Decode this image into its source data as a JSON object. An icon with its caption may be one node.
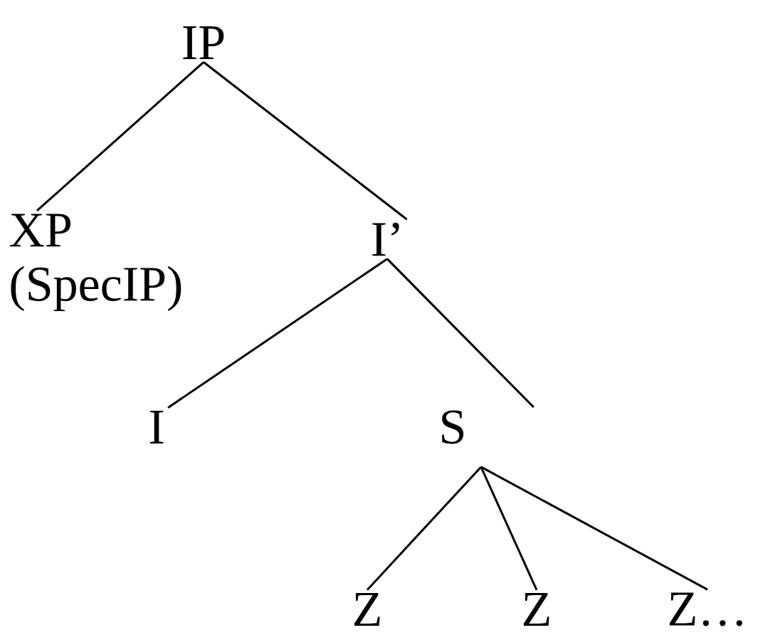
{
  "diagram": {
    "nodes": [
      {
        "text": [
          "IP"
        ]
      },
      {
        "text": [
          "XP",
          "(SpecIP)"
        ]
      },
      {
        "text": [
          "I’"
        ]
      },
      {
        "text": [
          "I"
        ]
      },
      {
        "text": [
          "S"
        ]
      },
      {
        "text": [
          "Z"
        ]
      },
      {
        "text": [
          "Z"
        ]
      },
      {
        "text": [
          "Z…"
        ]
      }
    ],
    "edges": [
      {
        "from": 0,
        "to": 1,
        "arrow": "none"
      },
      {
        "from": 0,
        "to": 2,
        "arrow": "none"
      },
      {
        "from": 2,
        "to": 3,
        "arrow": "none"
      },
      {
        "from": 2,
        "to": 4,
        "arrow": "none"
      },
      {
        "from": 4,
        "to": 5,
        "arrow": "none"
      },
      {
        "from": 4,
        "to": 6,
        "arrow": "none"
      },
      {
        "from": 4,
        "to": 7,
        "arrow": "none"
      }
    ]
  }
}
